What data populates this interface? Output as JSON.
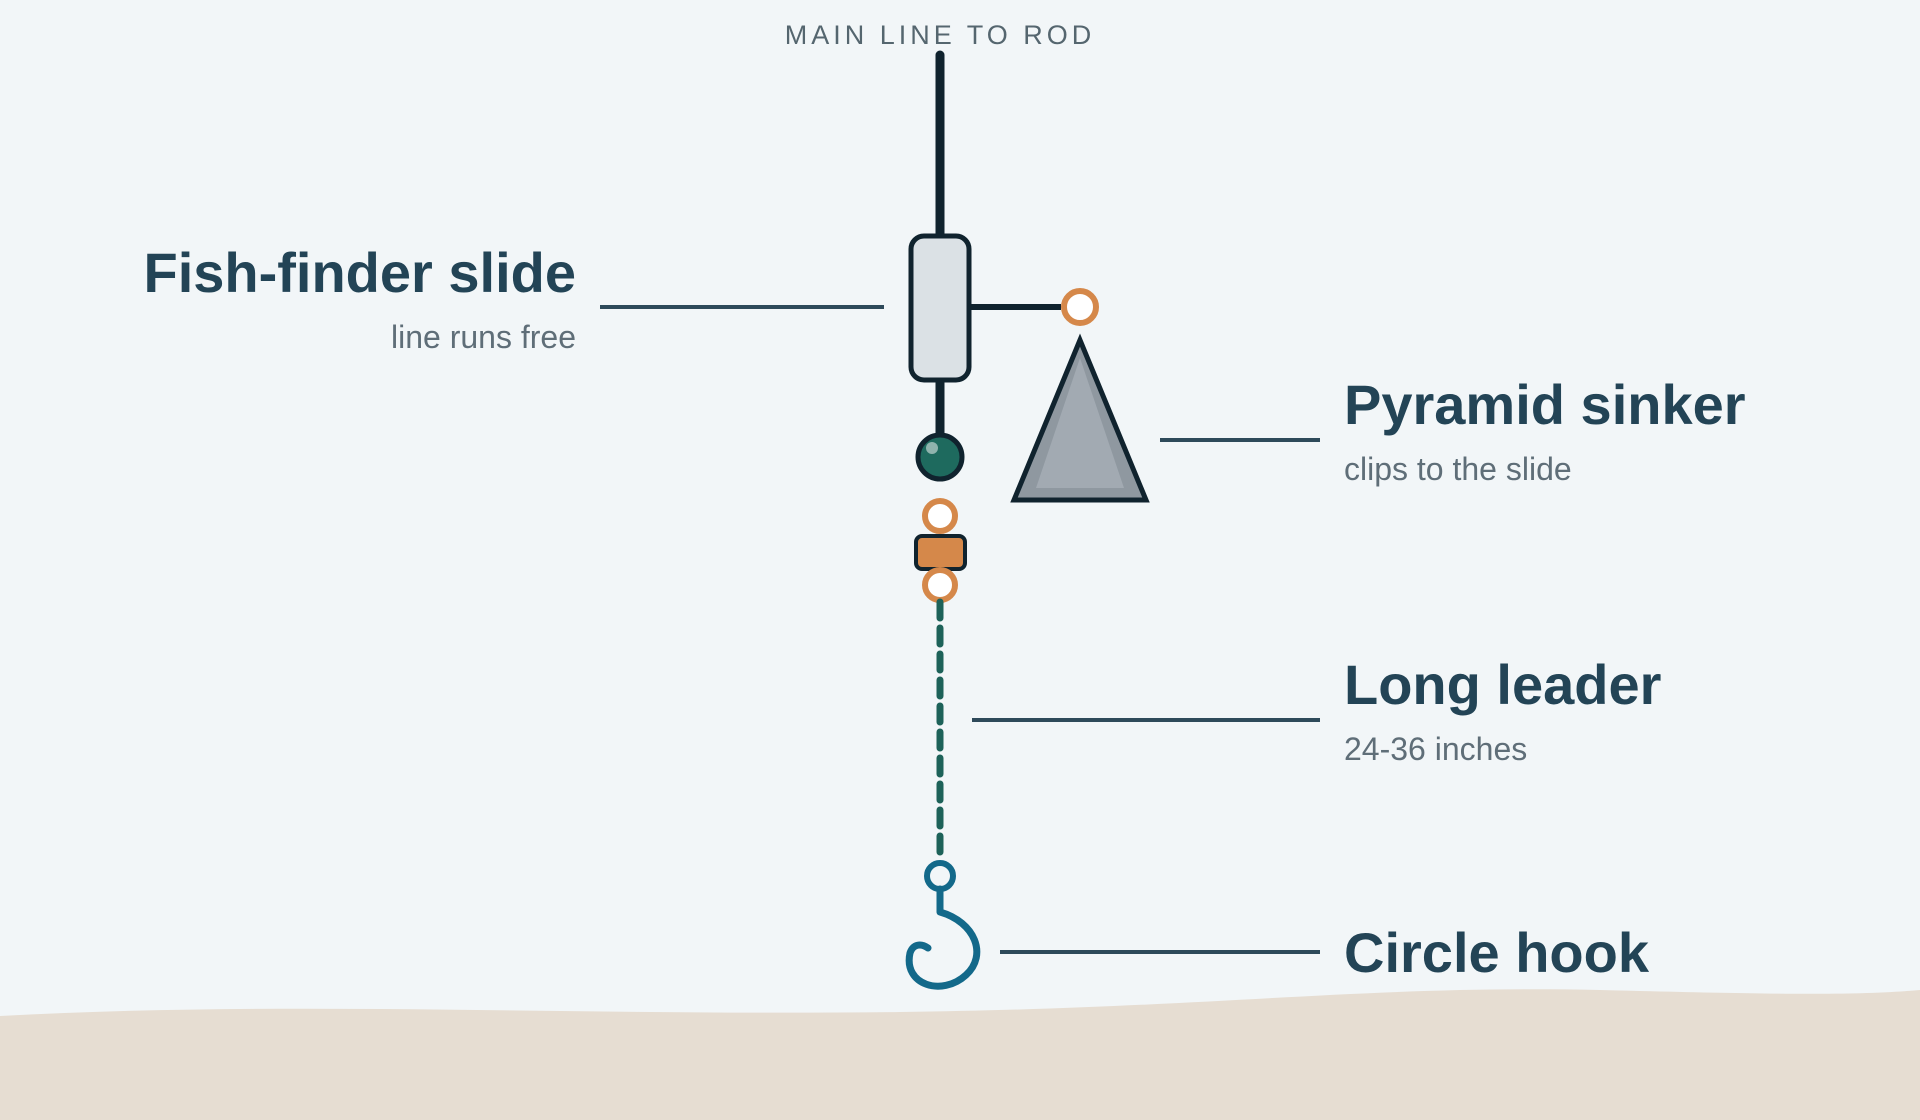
{
  "diagram": {
    "top_label": "MAIN LINE TO ROD",
    "callouts": {
      "slide": {
        "title": "Fish-finder slide",
        "subtitle": "line runs free"
      },
      "sinker": {
        "title": "Pyramid sinker",
        "subtitle": "clips to the slide"
      },
      "leader": {
        "title": "Long leader",
        "subtitle": "24-36 inches"
      },
      "hook": {
        "title": "Circle hook"
      }
    }
  },
  "colors": {
    "background": "#f2f6f8",
    "sand": "#e6ddd2",
    "line": "#10232e",
    "leader": "#1d6259",
    "bead": "#1e6a5e",
    "swivel": "#d5884a",
    "sinker_fill": "#8f98a0",
    "sinker_inner": "#a2aab2",
    "slide_fill": "#dbe1e5",
    "hook": "#13698a",
    "callout_line": "#2e4a5a",
    "title_text": "#234456",
    "subtitle_text": "#5f6e78"
  }
}
